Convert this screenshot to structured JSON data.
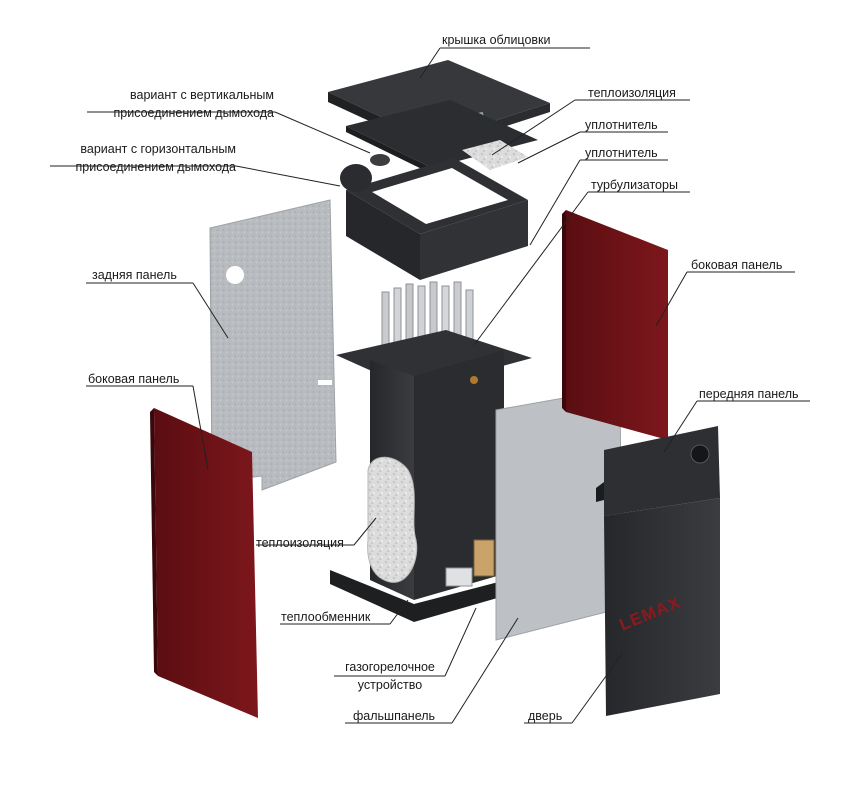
{
  "labels": {
    "cover": "крышка облицовки",
    "vertical_1": "вариант с вертикальным",
    "vertical_2": "присоединением дымохода",
    "horizontal_1": "вариант с горизонтальным",
    "horizontal_2": "присоединением дымохода",
    "insulation_top": "теплоизоляция",
    "seal_1": "уплотнитель",
    "seal_2": "уплотнитель",
    "turbulators": "турбулизаторы",
    "rear_panel": "задняя панель",
    "side_panel_right": "боковая панель",
    "side_panel_left": "боковая панель",
    "front_panel": "передняя панель",
    "insulation_mid": "теплоизоляция",
    "heat_exchanger": "теплообменник",
    "burner_1": "газогорелочное",
    "burner_2": "устройство",
    "false_panel": "фальшпанель",
    "door": "дверь"
  },
  "brand": "LEMAX",
  "colors": {
    "panel_red": "#6e1216",
    "body_dark": "#2c2e31",
    "steel": "#b9bcc0",
    "insulation": "#d9d9d9"
  }
}
